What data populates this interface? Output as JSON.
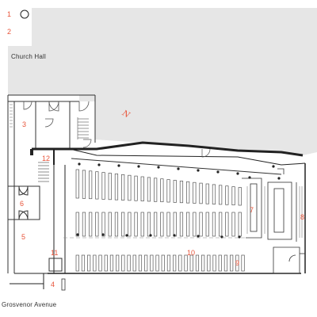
{
  "plan": {
    "labels": {
      "hall": "Church Hall",
      "street": "Grosvenor Avenue",
      "north": "N"
    },
    "rooms": [
      "1",
      "2",
      "3",
      "4",
      "5",
      "6",
      "7",
      "8",
      "9",
      "10",
      "11",
      "12"
    ],
    "colors": {
      "hall_fill": "#e6e6e6",
      "number_color": "#e8543a",
      "wall_color": "#222222",
      "pew_color": "#555555"
    },
    "icons": {
      "legend_circle": "circle-icon",
      "north_arrow": "north-arrow-icon",
      "door": "door-swing-icon",
      "stair": "stair-icon"
    }
  }
}
